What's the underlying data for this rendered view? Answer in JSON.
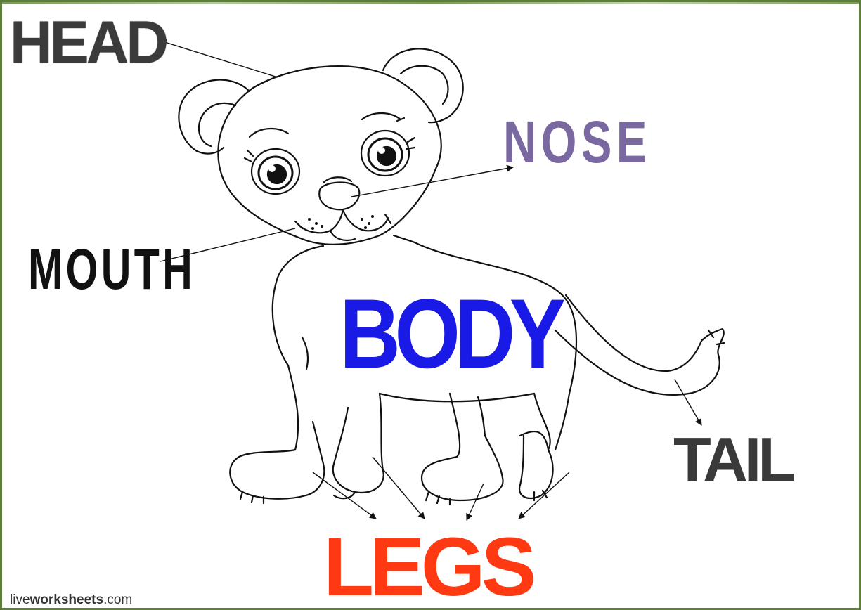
{
  "labels": {
    "head": "HEAD",
    "nose": "NOSE",
    "mouth": "MOUTH",
    "body": "BODY",
    "tail": "TAIL",
    "legs": "LEGS"
  },
  "footer": {
    "prefix": "live",
    "brand": "worksheets",
    "suffix": ".com"
  },
  "colors": {
    "head": "#3b3b3b",
    "nose": "#7a68a0",
    "mouth": "#111111",
    "body": "#1a1ae6",
    "tail": "#3a3a3a",
    "legs": "#ff3a12",
    "frame": "#5e7f3b"
  }
}
